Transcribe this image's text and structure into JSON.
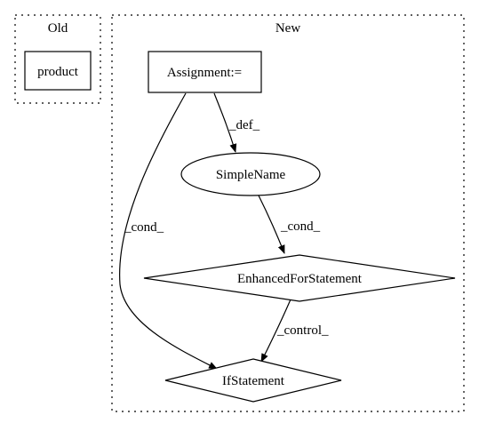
{
  "clusters": {
    "old": {
      "label": "Old"
    },
    "new": {
      "label": "New"
    }
  },
  "nodes": {
    "product": {
      "label": "product",
      "shape": "box"
    },
    "assignment": {
      "label": "Assignment:=",
      "shape": "box"
    },
    "simplename": {
      "label": "SimpleName",
      "shape": "ellipse"
    },
    "enhancedfor": {
      "label": "EnhancedForStatement",
      "shape": "diamond"
    },
    "ifstatement": {
      "label": "IfStatement",
      "shape": "diamond"
    }
  },
  "edges": {
    "assign_to_simplename": {
      "from": "Assignment:=",
      "to": "SimpleName",
      "label": "_def_"
    },
    "simplename_to_enhancedfor": {
      "from": "SimpleName",
      "to": "EnhancedForStatement",
      "label": "_cond_"
    },
    "assign_to_if": {
      "from": "Assignment:=",
      "to": "IfStatement",
      "label": "_cond_"
    },
    "enhancedfor_to_if": {
      "from": "EnhancedForStatement",
      "to": "IfStatement",
      "label": "_control_"
    }
  },
  "colors": {
    "stroke": "#000000",
    "background": "#ffffff"
  }
}
